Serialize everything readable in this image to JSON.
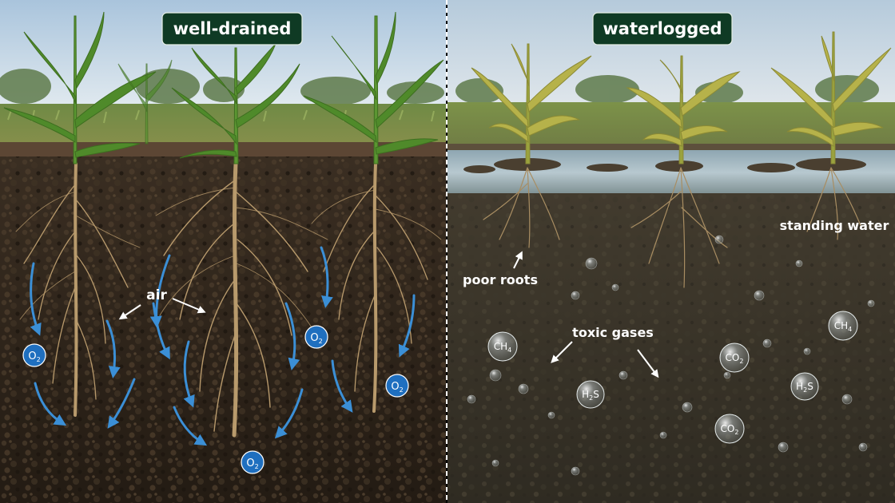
{
  "panels": {
    "left": {
      "title": "well-drained"
    },
    "right": {
      "title": "waterlogged"
    }
  },
  "annotations": {
    "air": "air",
    "poor_roots": "poor roots",
    "standing_water": "standing water",
    "toxic_gases": "toxic gases"
  },
  "oxygen_badges": [
    {
      "base": "O",
      "sub": "2"
    },
    {
      "base": "O",
      "sub": "2"
    },
    {
      "base": "O",
      "sub": "2"
    },
    {
      "base": "O",
      "sub": "2"
    }
  ],
  "gas_bubbles": [
    {
      "base": "CH",
      "sub": "4"
    },
    {
      "base": "CO",
      "sub": "2"
    },
    {
      "base": "CH",
      "sub": "4"
    },
    {
      "base": "H",
      "sub": "2",
      "tail": "S"
    },
    {
      "base": "H",
      "sub": "2",
      "tail": "S"
    },
    {
      "base": "CO",
      "sub": "2"
    }
  ],
  "colors": {
    "sky_top": "#a9c4dc",
    "sky_bottom": "#dfe8ee",
    "crop_field": "#7f9a52",
    "soil_dry": "#2e2419",
    "soil_wet": "#3a3528",
    "water": "#9fb5be",
    "title_bg": "#0f3a24",
    "arrow_blue": "#3b8fd6",
    "badge_blue": "#1f6fbf",
    "healthy_leaf": "#4f8a2a",
    "stressed_leaf": "#b6b24a",
    "root": "#b89a6c"
  },
  "icons": [
    "oxygen-badge-icon",
    "gas-bubble-icon",
    "airflow-arrow-icon",
    "pointer-arrow-icon"
  ]
}
